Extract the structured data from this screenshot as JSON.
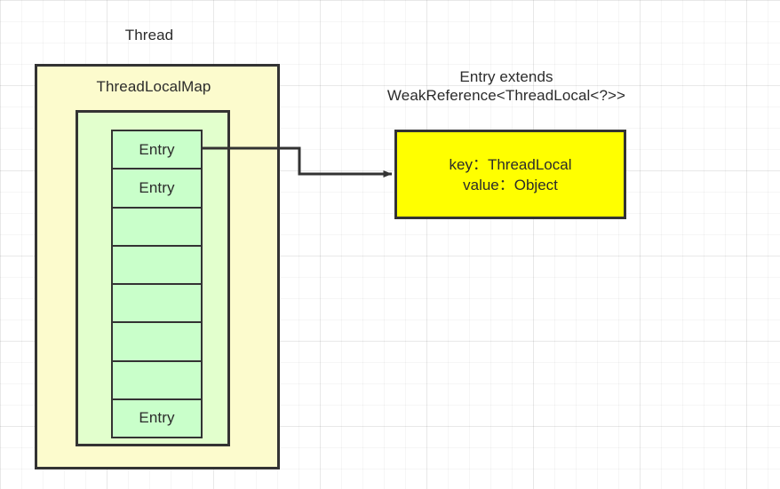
{
  "diagram": {
    "title_label": "Thread",
    "map_label": "ThreadLocalMap",
    "entry_extends_label": "Entry extends\nWeakReference<ThreadLocal<?>>",
    "entry_detail_text": "key：ThreadLocal\nvalue：Object",
    "entry_detail_lines": [
      "key：ThreadLocal",
      "value：Object"
    ],
    "entry_cells": [
      {
        "label": "Entry"
      },
      {
        "label": "Entry"
      },
      {
        "label": ""
      },
      {
        "label": ""
      },
      {
        "label": ""
      },
      {
        "label": ""
      },
      {
        "label": ""
      },
      {
        "label": "Entry"
      }
    ],
    "connector": {
      "from": "entry-cell-0",
      "to": "entry-detail-box",
      "arrow": "arrowhead-right"
    },
    "colors": {
      "thread_fill": "#fcfbcd",
      "map_fill": "#e2ffcd",
      "entry_fill": "#c9ffca",
      "detail_fill": "#ffff00",
      "stroke": "#333333",
      "text": "#2b2b2b",
      "canvas_background": "#ffffff",
      "grid_line": "#ededed"
    }
  }
}
